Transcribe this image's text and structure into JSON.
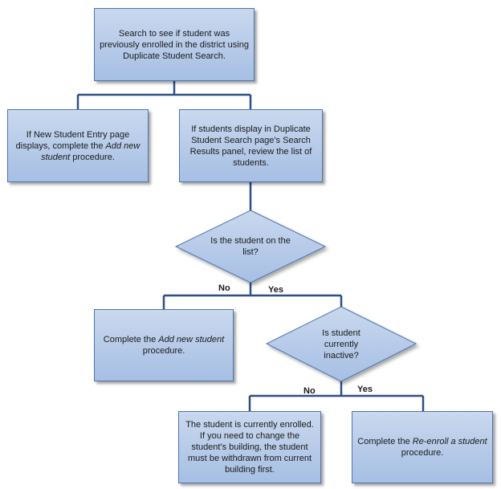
{
  "nodes": {
    "search": {
      "text": "Search to see if student was previously enrolled in the district using Duplicate Student Search."
    },
    "new_entry": {
      "prefix": "If New Student Entry page displays, complete the ",
      "emphasis": "Add new student",
      "suffix": " procedure."
    },
    "results": {
      "text": "If students display in Duplicate Student Search page's Search Results panel, review the list of students."
    },
    "on_list": {
      "text": "Is the student on the list?"
    },
    "add_new": {
      "prefix": "Complete the ",
      "emphasis": "Add new student",
      "suffix": " procedure."
    },
    "inactive": {
      "text": "Is student currently inactive?"
    },
    "enrolled": {
      "text": "The student is currently enrolled. If you need to change the student's building, the student must be withdrawn from current building first."
    },
    "reenroll": {
      "prefix": "Complete the ",
      "emphasis": "Re-enroll a student",
      "suffix": " procedure."
    }
  },
  "labels": {
    "no1": "No",
    "yes1": "Yes",
    "no2": "No",
    "yes2": "Yes"
  },
  "colors": {
    "connector": "#2e4f86",
    "fill_top": "#c9d8ee",
    "fill_bottom": "#a6bfe4",
    "border": "#4f74b1"
  }
}
